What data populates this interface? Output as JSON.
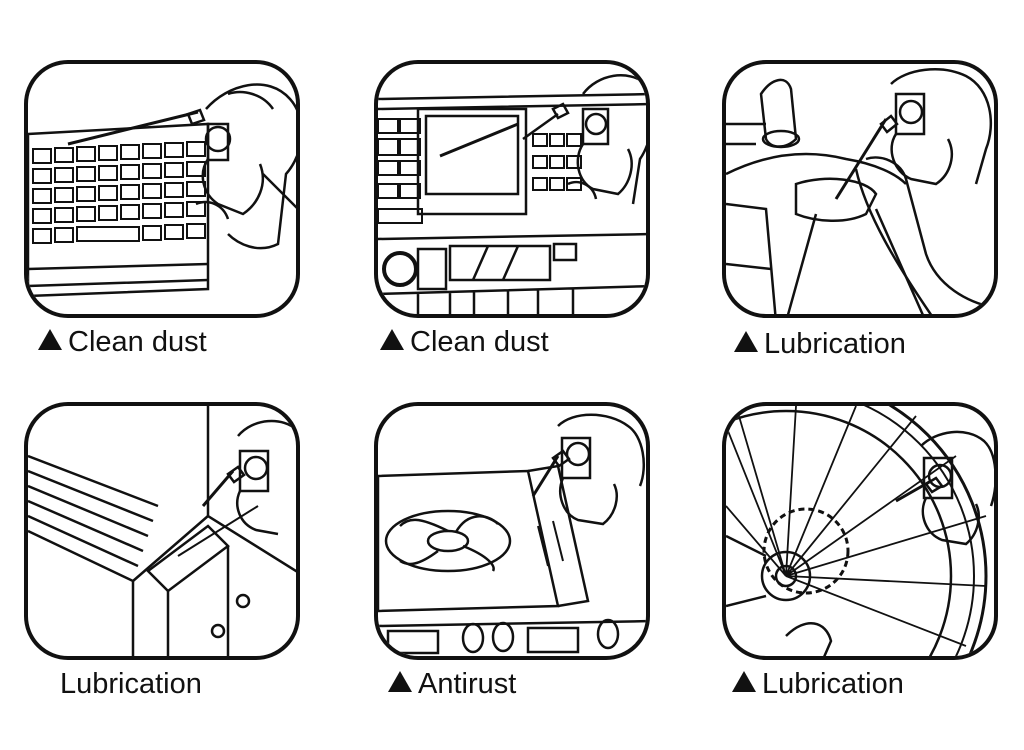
{
  "panels": [
    {
      "caption": "Clean dust",
      "marker": true,
      "scene": "keyboard-icon"
    },
    {
      "caption": "Clean dust",
      "marker": true,
      "scene": "car-radio-icon"
    },
    {
      "caption": "Lubrication",
      "marker": true,
      "scene": "hinge-icon"
    },
    {
      "caption": "Lubrication",
      "marker": false,
      "scene": "sliding-rail-icon"
    },
    {
      "caption": "Antirust",
      "marker": true,
      "scene": "graphics-card-icon"
    },
    {
      "caption": "Lubrication",
      "marker": true,
      "scene": "bicycle-wheel-icon"
    }
  ],
  "colors": {
    "line": "#111111",
    "background": "#ffffff"
  }
}
